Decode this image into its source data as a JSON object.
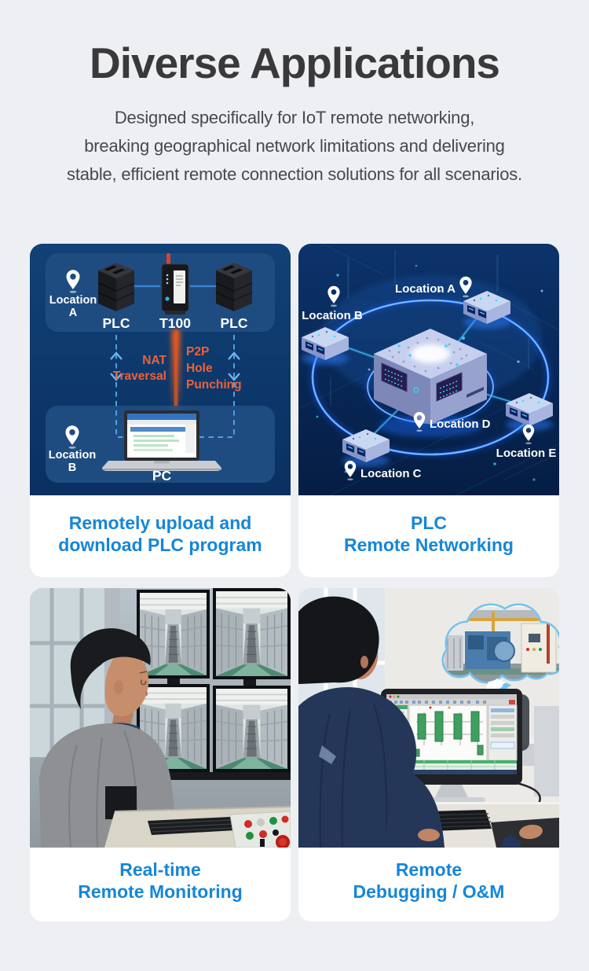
{
  "header": {
    "title": "Diverse Applications",
    "subtitle_lines": [
      "Designed specifically for IoT remote networking,",
      "breaking geographical network limitations and delivering",
      "stable, efficient remote connection solutions for all scenarios."
    ]
  },
  "colors": {
    "page_bg": "#edeff3",
    "title_color": "#39393b",
    "caption_blue": "#1686d7",
    "card_navy": "#0e3a6e",
    "panel_blue": "#1e4c81",
    "highlight_orange": "#ee613a",
    "dashed_blue": "#4f9fe2",
    "glow_blue": "#2f7dff"
  },
  "icons": {
    "location_pin": "location-pin-icon"
  },
  "cards": [
    {
      "name": "remotely-upload-download-plc-program",
      "caption": [
        "Remotely upload and",
        "download PLC program"
      ],
      "diagram": {
        "location_a": [
          "Location",
          "A"
        ],
        "location_b": [
          "Location",
          "B"
        ],
        "plc_left": "PLC",
        "gateway": "T100",
        "plc_right": "PLC",
        "pc": "PC",
        "nat": [
          "NAT",
          "Traversal"
        ],
        "p2p": [
          "P2P",
          "Hole",
          "Punching"
        ]
      }
    },
    {
      "name": "plc-remote-networking",
      "caption": [
        "PLC",
        "Remote Networking"
      ],
      "diagram": {
        "location_a": "Location A",
        "location_b": "Location B",
        "location_c": "Location C",
        "location_d": "Location D",
        "location_e": "Location E"
      }
    },
    {
      "name": "real-time-remote-monitoring",
      "caption": [
        "Real-time",
        "Remote Monitoring"
      ]
    },
    {
      "name": "remote-debugging-om",
      "caption": [
        "Remote",
        "Debugging / O&M"
      ]
    }
  ]
}
